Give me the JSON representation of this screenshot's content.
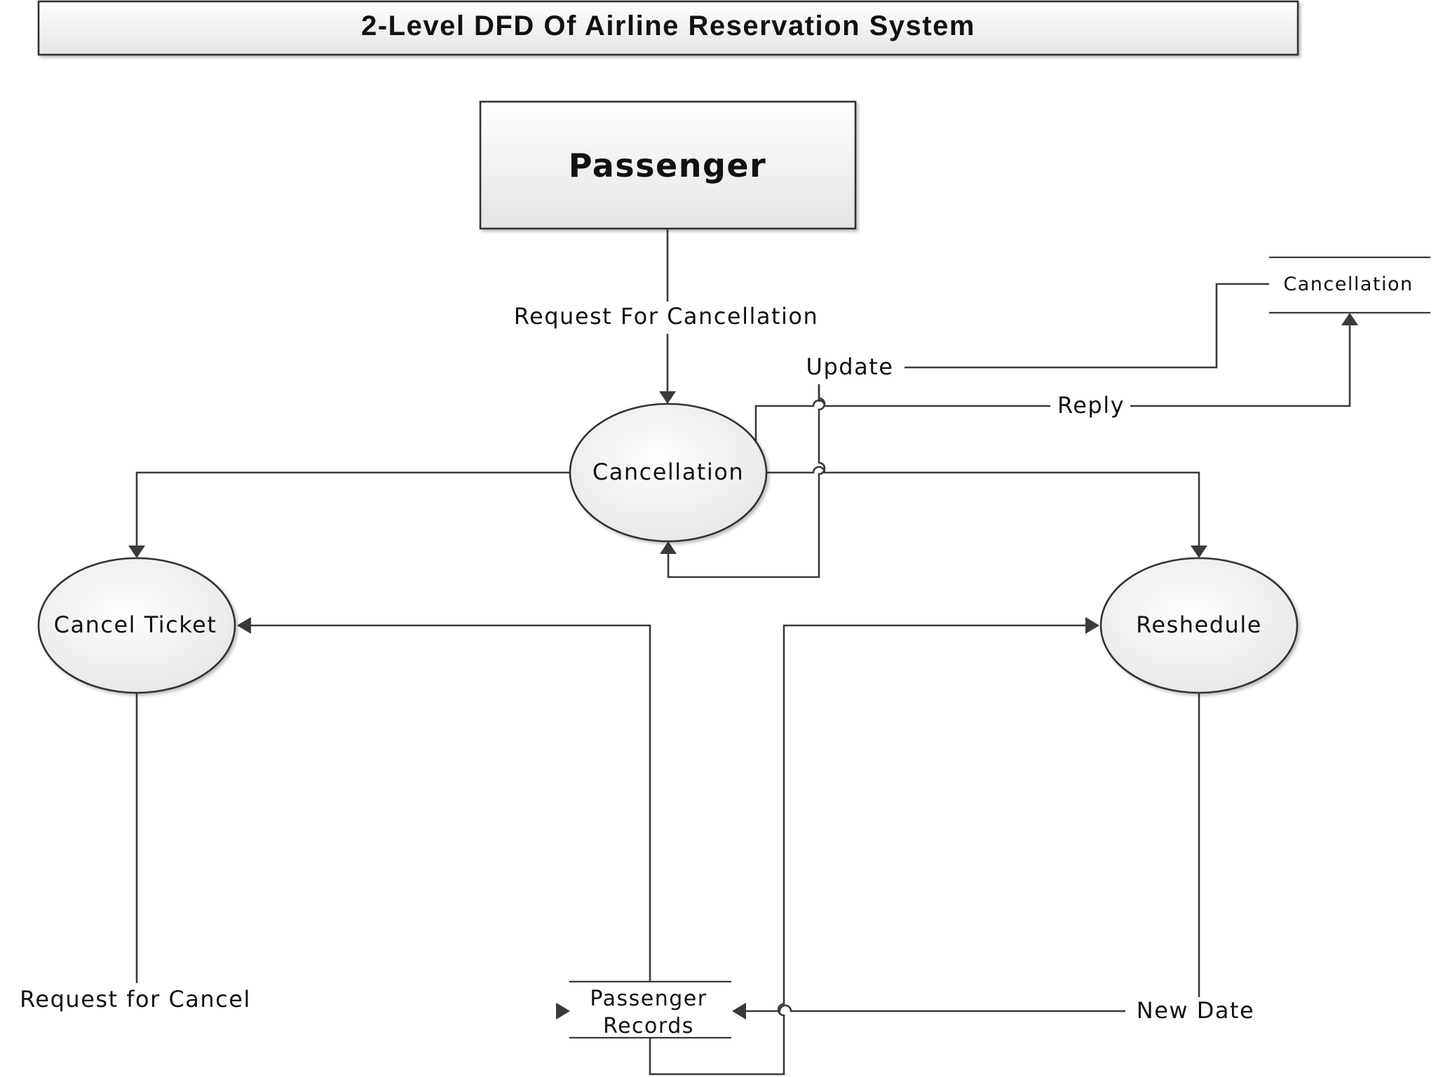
{
  "title": "2-Level DFD Of Airline Reservation System",
  "entity": {
    "label": "Passenger"
  },
  "processes": {
    "cancellation": "Cancellation",
    "cancel_ticket": "Cancel Ticket",
    "reschedule": "Reshedule"
  },
  "stores": {
    "cancellation": "Cancellation",
    "passenger_records_line1": "Passenger",
    "passenger_records_line2": "Records"
  },
  "flows": {
    "request_for_cancellation": "Request For Cancellation",
    "update": "Update",
    "reply": "Reply",
    "request_for_cancel": "Request for Cancel",
    "new_date": "New Date"
  },
  "colors": {
    "line": "#3a3a3a",
    "shape_fill": "#f2f2f2",
    "background": "#ffffff"
  }
}
